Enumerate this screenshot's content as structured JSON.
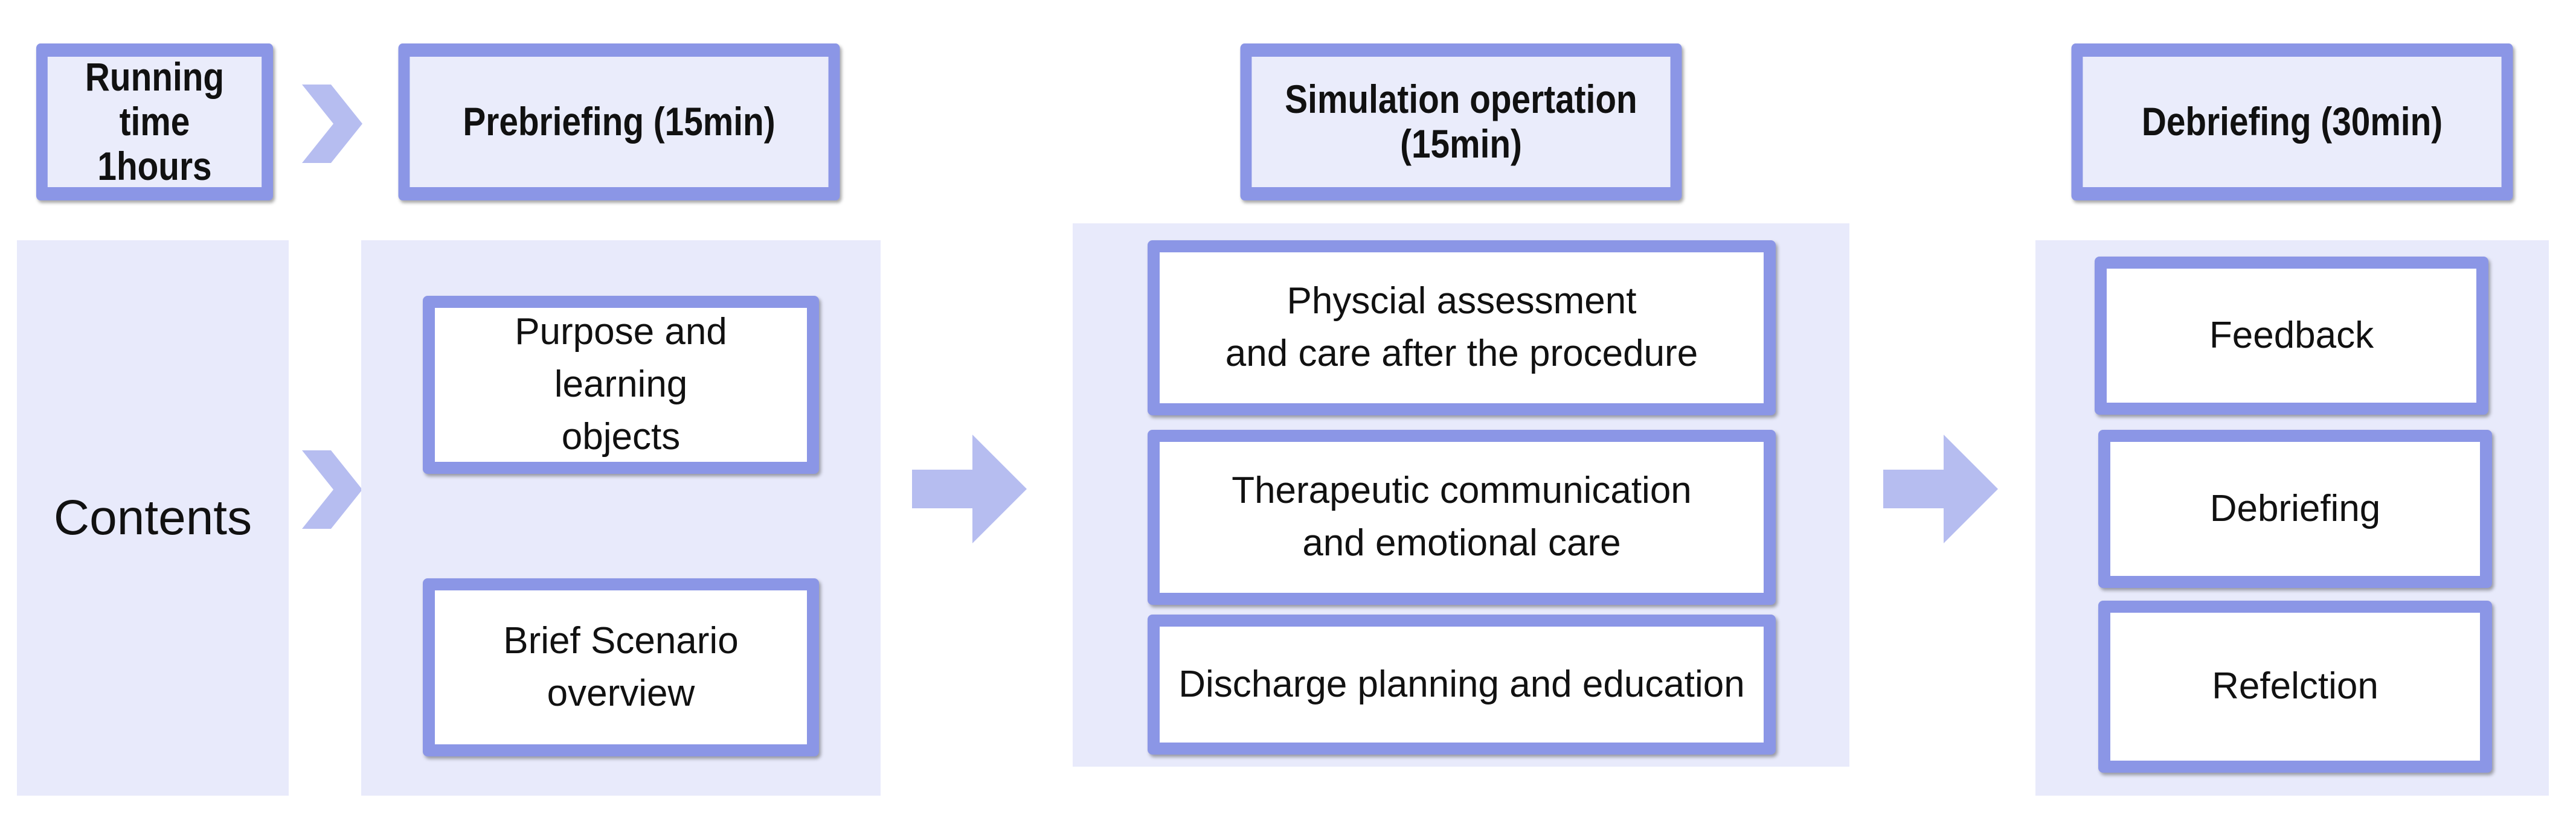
{
  "header": {
    "running_time": "Running time\n1hours",
    "prebriefing": "Prebriefing (15min)",
    "simulation": "Simulation opertation (15min)",
    "debriefing": "Debriefing (30min)"
  },
  "contents_label": "Contents",
  "prebriefing_items": [
    "Purpose and learning\nobjects",
    "Brief  Scenario overview"
  ],
  "simulation_items": [
    "Physcial assessment\nand care after the procedure",
    "Therapeutic communication\nand emotional care",
    "Discharge planning and education"
  ],
  "debriefing_items": [
    "Feedback",
    "Debriefing",
    "Refelction"
  ],
  "colors": {
    "box_border": "#8b96e6",
    "panel_fill": "#e8eafb",
    "arrow_fill": "#b6bdf0"
  }
}
